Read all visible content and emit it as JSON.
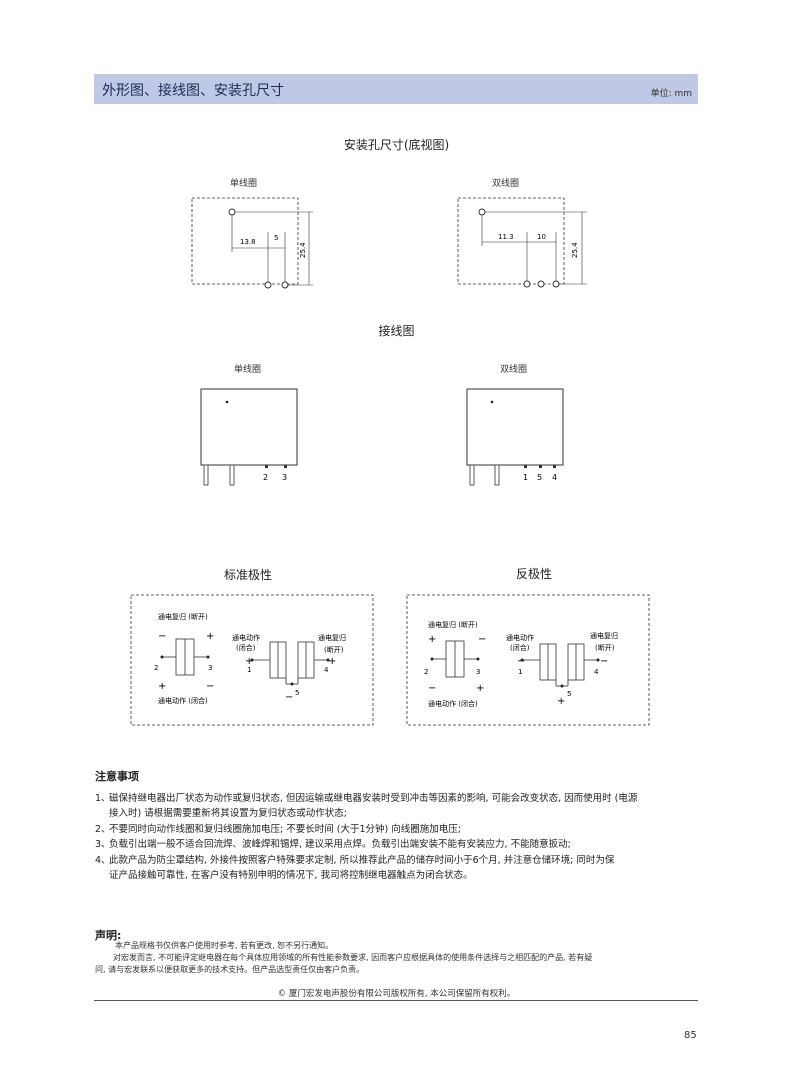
{
  "header": {
    "title": "外形图、接线图、安装孔尺寸",
    "unit": "单位: mm"
  },
  "mounting": {
    "title": "安装孔尺寸(底视图)",
    "single": {
      "label": "单线圈",
      "dim_a": "13.8",
      "dim_b": "5",
      "dim_h": "25.4"
    },
    "double": {
      "label": "双线圈",
      "dim_a": "11.3",
      "dim_b": "10",
      "dim_h": "25.4"
    }
  },
  "wiring": {
    "title": "接线图",
    "single": {
      "label": "单线圈",
      "pins": [
        "2",
        "3"
      ]
    },
    "double": {
      "label": "双线圈",
      "pins": [
        "1",
        "5",
        "4"
      ]
    }
  },
  "polarity": {
    "standard": {
      "title": "标准极性",
      "left": {
        "top_label": "通电复归 (断开)",
        "minus_top": "−",
        "plus_top": "+",
        "pin_l": "2",
        "pin_r": "3",
        "plus_bot": "+",
        "minus_bot": "−",
        "bottom_label": "通电动作 (闭合)"
      },
      "right": {
        "act_label_1": "通电动作",
        "act_label_2": "(闭合)",
        "reset_label_1": "通电复归",
        "reset_label_2": "(断开)",
        "sign_l": "+",
        "sign_r": "+",
        "sign_c": "−",
        "pin_1": "1",
        "pin_4": "4",
        "pin_5": "5"
      }
    },
    "reverse": {
      "title": "反极性",
      "left": {
        "top_label": "通电复归 (断开)",
        "plus_top": "+",
        "minus_top": "−",
        "pin_l": "2",
        "pin_r": "3",
        "minus_bot": "−",
        "plus_bot": "+",
        "bottom_label": "通电动作 (闭合)"
      },
      "right": {
        "act_label_1": "通电动作",
        "act_label_2": "(闭合)",
        "reset_label_1": "通电复归",
        "reset_label_2": "(断开)",
        "sign_l": "−",
        "sign_r": "−",
        "sign_c": "+",
        "pin_1": "1",
        "pin_4": "4",
        "pin_5": "5"
      }
    }
  },
  "notes": {
    "title": "注意事项",
    "items": [
      {
        "num": "1、",
        "line1": "磁保持继电器出厂状态为动作或复归状态, 但因运输或继电器安装时受到冲击等因素的影响, 可能会改变状态, 因而使用时 (电源",
        "line2": "接入时) 请根据需要重新将其设置为复归状态或动作状态;"
      },
      {
        "num": "2、",
        "line1": "不要同时向动作线圈和复归线圈施加电压; 不要长时间 (大于1分钟) 向线圈施加电压;"
      },
      {
        "num": "3、",
        "line1": "负载引出端一般不适合回流焊、波峰焊和锡焊, 建议采用点焊。负载引出端安装不能有安装应力, 不能随意扳动;"
      },
      {
        "num": "4、",
        "line1": "此款产品为防尘罩结构, 外接件按照客户特殊要求定制, 所以推荐此产品的储存时间小于6个月, 并注意仓储环境; 同时为保",
        "line2": "证产品接触可靠性, 在客户没有特别申明的情况下, 我司将控制继电器触点为闭合状态。"
      }
    ]
  },
  "declaration": {
    "title": "声明:",
    "line1": "本产品规格书仅供客户使用时参考, 若有更改, 恕不另行通知。",
    "line2": "对宏发而言, 不可能评定继电器在每个具体应用领域的所有性能参数要求, 因而客户应根据具体的使用条件选择与之相匹配的产品, 若有疑",
    "line3": "问, 请与宏发联系以便获取更多的技术支持。但产品选型责任仅由客户负责。"
  },
  "copyright": "©  厦门宏发电声股份有限公司版权所有, 本公司保留所有权利。",
  "page_number": "85"
}
